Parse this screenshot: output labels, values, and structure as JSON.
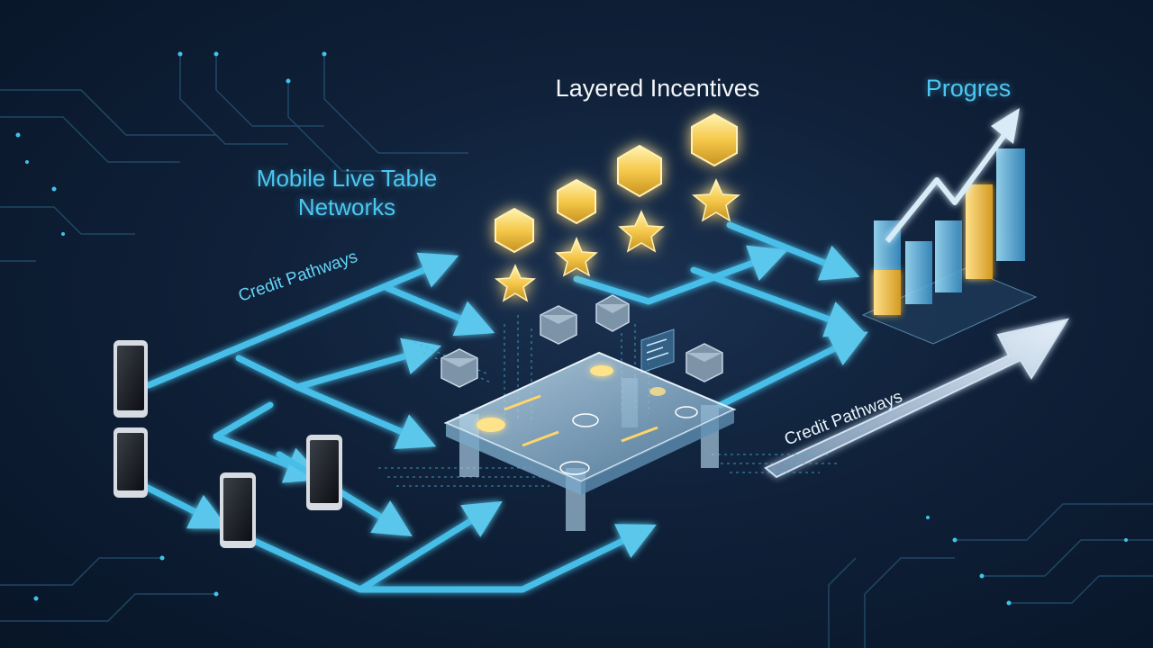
{
  "labels": {
    "mobile_networks_line1": "Mobile Live Table",
    "mobile_networks_line2": "Networks",
    "layered_incentives": "Layered Incentives",
    "progress": "Progres",
    "credit_pathways_left": "Credit Pathways",
    "credit_pathways_right": "Credit Pathways"
  },
  "colors": {
    "background": "#0f2038",
    "pathway": "#4cc7f2",
    "token_gold": "#f5c84a",
    "table_glass": "#b9d9ee",
    "bar_gold": "#f2c24d",
    "bar_blue": "#7fd0f3"
  },
  "icons": [
    "phone-icon",
    "hexagon-coin-icon",
    "star-icon",
    "cube-icon",
    "bar-chart-icon",
    "trend-arrow-icon"
  ]
}
